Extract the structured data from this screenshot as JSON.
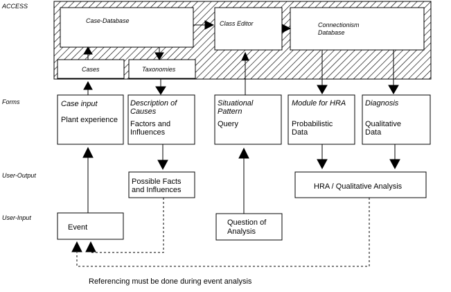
{
  "rows": {
    "access": "ACCESS",
    "forms": "Forms",
    "user_output": "User-Output",
    "user_input": "User-Input"
  },
  "access_layer": {
    "case_database": "Case-Database",
    "cases": "Cases",
    "taxonomies": "Taxonomies",
    "class_editor": "Class Editor",
    "connectionism_database_line1": "Connectionism",
    "connectionism_database_line2": "Database"
  },
  "forms": {
    "case_input": {
      "title": "Case input",
      "body": "Plant experience"
    },
    "description_of_causes": {
      "title_line1": "Description of",
      "title_line2": "Causes",
      "body_line1": "Factors and",
      "body_line2": "Influences"
    },
    "situational_pattern": {
      "title_line1": "Situational",
      "title_line2": "Pattern",
      "body": "Query"
    },
    "module_for_hra": {
      "title": "Module for HRA",
      "body_line1": "Probabilistic",
      "body_line2": "Data"
    },
    "diagnosis": {
      "title": "Diagnosis",
      "body_line1": "Qualitative",
      "body_line2": "Data"
    }
  },
  "outputs": {
    "possible_facts_line1": "Possible Facts",
    "possible_facts_line2": "and Influences",
    "hra_qualitative": "HRA / Qualitative Analysis"
  },
  "inputs": {
    "event": "Event",
    "question_line1": "Question of",
    "question_line2": "Analysis"
  },
  "footnote": "Referencing must be done during event analysis"
}
